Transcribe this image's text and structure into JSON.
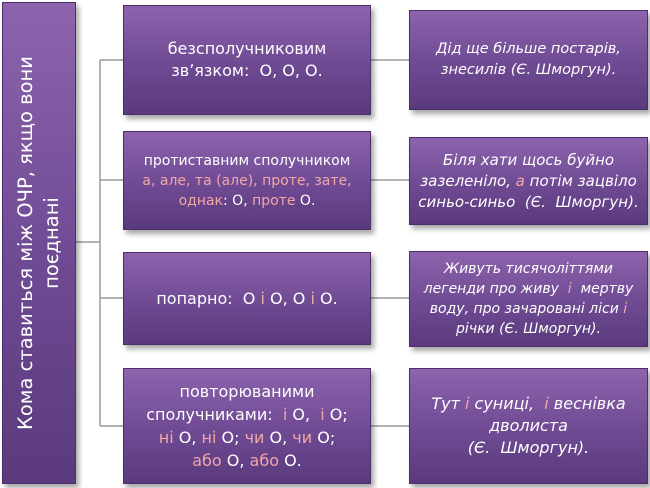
{
  "root": {
    "line1": "Кома ставиться між ОЧР, якщо вони",
    "line2": "поєднані"
  },
  "branches": [
    {
      "label": [
        {
          "t": "безсполучниковим",
          "hl": false,
          "br": true
        },
        {
          "t": "звʼязком:  О, О, О.",
          "hl": false,
          "br": false
        }
      ],
      "example": [
        {
          "t": "Дід ще більше постарів,",
          "hl": false,
          "br": true
        },
        {
          "t": "знесилів (Є. Шморгун).",
          "hl": false,
          "br": false
        }
      ]
    },
    {
      "label": [
        {
          "t": "протиставним сполучником",
          "hl": false,
          "br": true
        },
        {
          "t": "а, але, та (але), проте, зате,",
          "hl": true,
          "br": true
        },
        {
          "t": "однак",
          "hl": true,
          "br": false
        },
        {
          "t": ": О, ",
          "hl": false,
          "br": false
        },
        {
          "t": "проте",
          "hl": true,
          "br": false
        },
        {
          "t": " О.",
          "hl": false,
          "br": false
        }
      ],
      "example": [
        {
          "t": "Біля хати щось буйно",
          "hl": false,
          "br": true
        },
        {
          "t": "зазеленіло, ",
          "hl": false,
          "br": false
        },
        {
          "t": "а",
          "hl": true,
          "br": false
        },
        {
          "t": " потім зацвіло",
          "hl": false,
          "br": true
        },
        {
          "t": "синьо-синьо  (Є.  Шморгун).",
          "hl": false,
          "br": false
        }
      ]
    },
    {
      "label": [
        {
          "t": "попарно:  О ",
          "hl": false,
          "br": false
        },
        {
          "t": "і",
          "hl": true,
          "br": false
        },
        {
          "t": " О, О ",
          "hl": false,
          "br": false
        },
        {
          "t": "і",
          "hl": true,
          "br": false
        },
        {
          "t": " О.",
          "hl": false,
          "br": false
        }
      ],
      "example": [
        {
          "t": "Живуть тисячоліттями",
          "hl": false,
          "br": true
        },
        {
          "t": "легенди про живу  ",
          "hl": false,
          "br": false
        },
        {
          "t": "і",
          "hl": true,
          "br": false
        },
        {
          "t": "  мертву",
          "hl": false,
          "br": true
        },
        {
          "t": "воду, про зачаровані ліси ",
          "hl": false,
          "br": false
        },
        {
          "t": "і",
          "hl": true,
          "br": true
        },
        {
          "t": "річки (Є. Шморгун).",
          "hl": false,
          "br": false
        }
      ]
    },
    {
      "label": [
        {
          "t": "повторюваними",
          "hl": false,
          "br": true
        },
        {
          "t": "сполучниками:  ",
          "hl": false,
          "br": false
        },
        {
          "t": "і",
          "hl": true,
          "br": false
        },
        {
          "t": " О,  ",
          "hl": false,
          "br": false
        },
        {
          "t": "і",
          "hl": true,
          "br": false
        },
        {
          "t": " О;",
          "hl": false,
          "br": true
        },
        {
          "t": "ні",
          "hl": true,
          "br": false
        },
        {
          "t": " О, ",
          "hl": false,
          "br": false
        },
        {
          "t": "ні",
          "hl": true,
          "br": false
        },
        {
          "t": " О; ",
          "hl": false,
          "br": false
        },
        {
          "t": "чи",
          "hl": true,
          "br": false
        },
        {
          "t": " О, ",
          "hl": false,
          "br": false
        },
        {
          "t": "чи",
          "hl": true,
          "br": false
        },
        {
          "t": " О;",
          "hl": false,
          "br": true
        },
        {
          "t": "або",
          "hl": true,
          "br": false
        },
        {
          "t": " О, ",
          "hl": false,
          "br": false
        },
        {
          "t": "або",
          "hl": true,
          "br": false
        },
        {
          "t": " О.",
          "hl": false,
          "br": false
        }
      ],
      "example": [
        {
          "t": "Тут ",
          "hl": false,
          "br": false
        },
        {
          "t": "і",
          "hl": true,
          "br": false
        },
        {
          "t": " суниці,  ",
          "hl": false,
          "br": false
        },
        {
          "t": "і",
          "hl": true,
          "br": false
        },
        {
          "t": " веснівка",
          "hl": false,
          "br": true
        },
        {
          "t": "дволиста",
          "hl": false,
          "br": true
        },
        {
          "t": "(Є.  Шморгун).",
          "hl": false,
          "br": false
        }
      ]
    }
  ],
  "colors": {
    "box_fill": "#7a55a0",
    "highlight": "#f3a6a6",
    "connector": "#9a9a9a",
    "text": "#ffffff"
  }
}
